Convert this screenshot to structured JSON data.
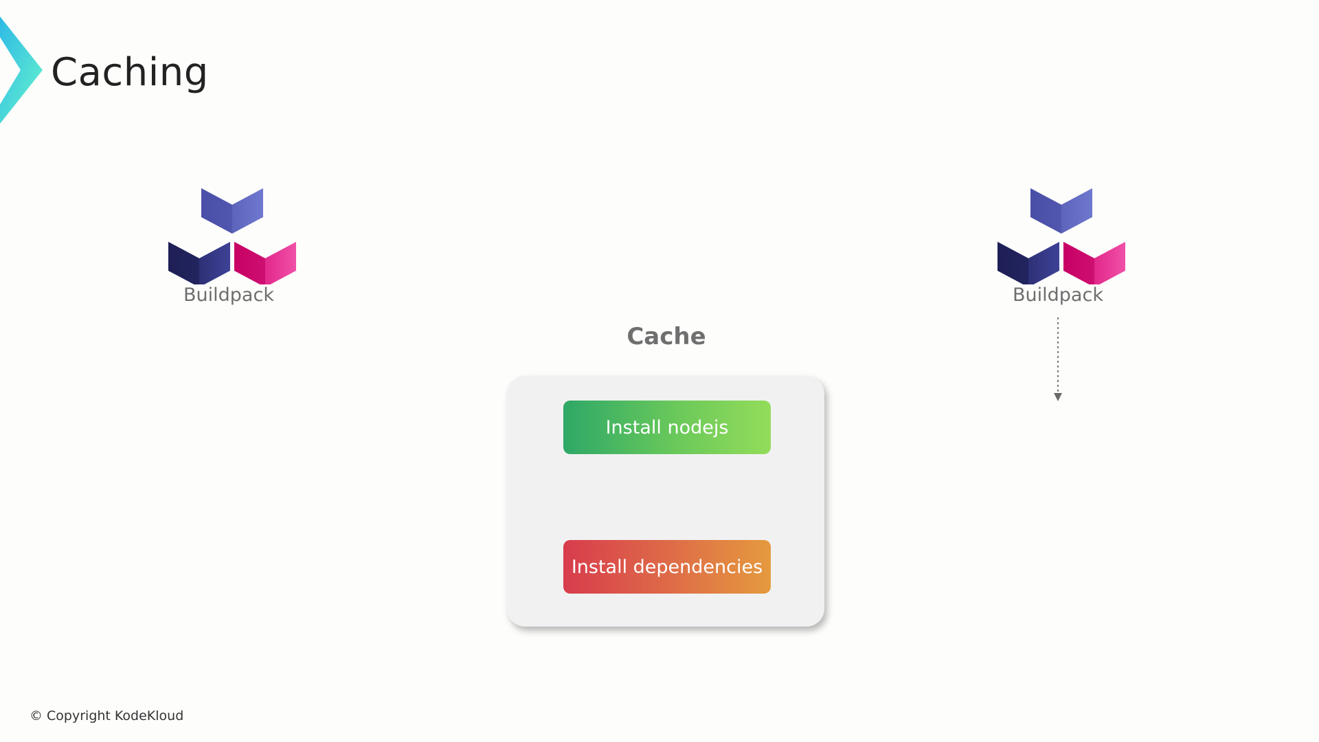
{
  "slide": {
    "title": "Caching",
    "accent_colors": [
      "#35c7e0",
      "#5ef0d0"
    ]
  },
  "buildpacks": [
    {
      "label": "Buildpack",
      "icon": "buildpack-cubes-icon"
    },
    {
      "label": "Buildpack",
      "icon": "buildpack-cubes-icon"
    }
  ],
  "cache": {
    "title": "Cache",
    "steps": [
      {
        "label": "Install nodejs",
        "color_start": "#2ea867",
        "color_end": "#93dc5a"
      },
      {
        "label": "Install dependencies",
        "color_start": "#d83c4c",
        "color_end": "#e59a3e"
      }
    ]
  },
  "footer": {
    "copyright": "© Copyright KodeKloud"
  }
}
